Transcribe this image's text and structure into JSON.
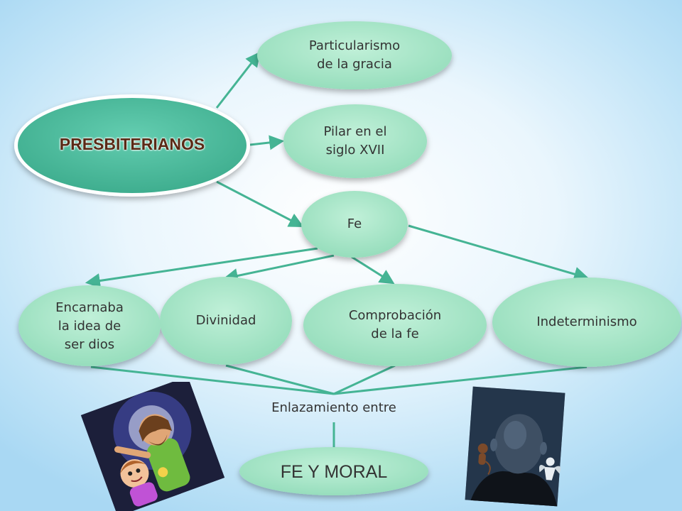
{
  "colors": {
    "main_fill": "#4fc0a2",
    "node_fill": "#a7e6c9",
    "connector": "#45b494",
    "title_text": "#5a2a16"
  },
  "main_node": {
    "label": "PRESBITERIANOS"
  },
  "nodes": {
    "particularismo": {
      "label": "Particularismo\nde la gracia"
    },
    "pilar": {
      "label": "Pilar en el\nsiglo XVII"
    },
    "fe": {
      "label": "Fe"
    },
    "encarnaba": {
      "label": "Encarnaba\nla idea de\nser dios"
    },
    "divinidad": {
      "label": "Divinidad"
    },
    "comprobacion": {
      "label": "Comprobación\nde la fe"
    },
    "indeterminismo": {
      "label": "Indeterminismo"
    },
    "fe_y_moral": {
      "label": "FE Y MORAL"
    }
  },
  "link_label": "Enlazamiento entre",
  "pictures": {
    "left": {
      "icon": "cartoon-children-illustration"
    },
    "right": {
      "icon": "head-with-angel-and-devil-illustration"
    }
  }
}
